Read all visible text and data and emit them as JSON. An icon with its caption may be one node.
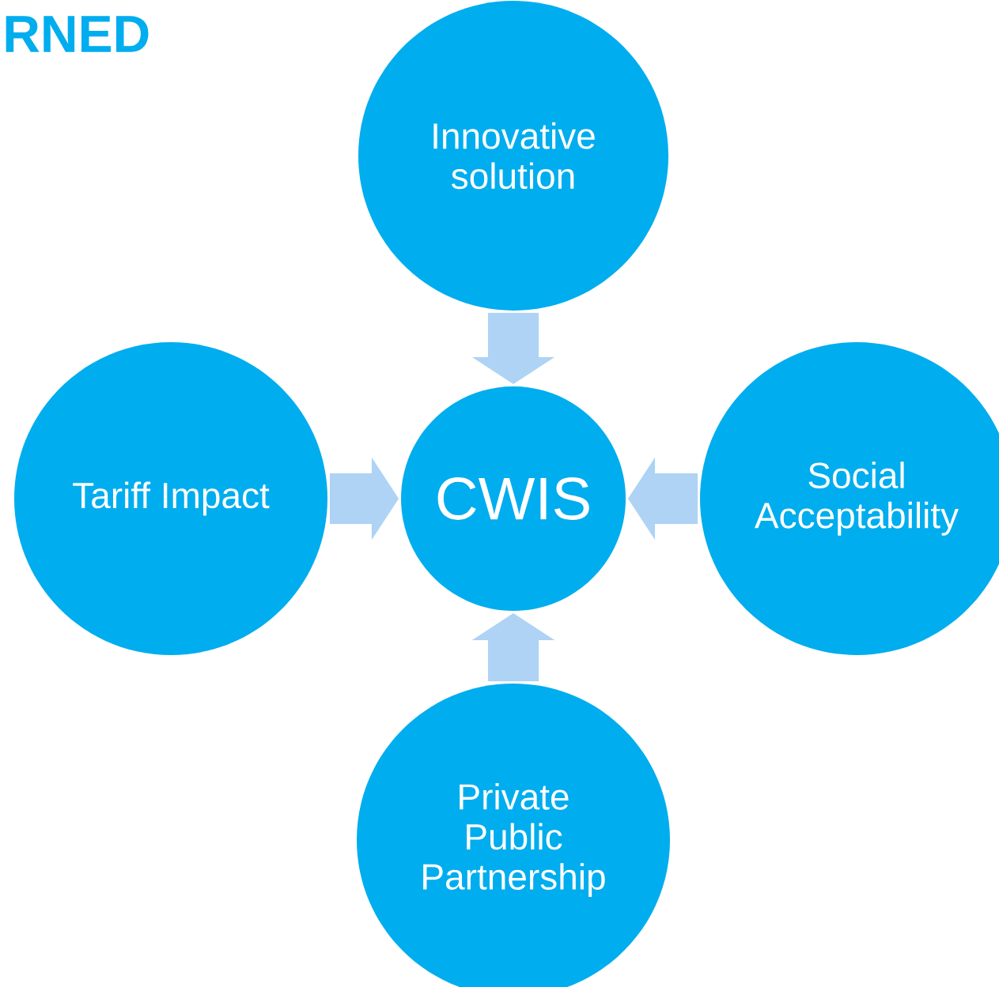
{
  "diagram": {
    "title": "RNED",
    "nodes": [
      {
        "text": [
          "Innovative solution"
        ]
      },
      {
        "text": [
          "Tariff Impact"
        ]
      },
      {
        "text": [
          "CWIS"
        ]
      },
      {
        "text": [
          "Social Acceptability"
        ]
      },
      {
        "text": [
          "Private Public Partnership"
        ]
      }
    ],
    "edges": [
      {
        "from": 0,
        "to": 2,
        "arrow": "to"
      },
      {
        "from": 1,
        "to": 2,
        "arrow": "to"
      },
      {
        "from": 3,
        "to": 2,
        "arrow": "to"
      },
      {
        "from": 4,
        "to": 2,
        "arrow": "to"
      }
    ]
  }
}
